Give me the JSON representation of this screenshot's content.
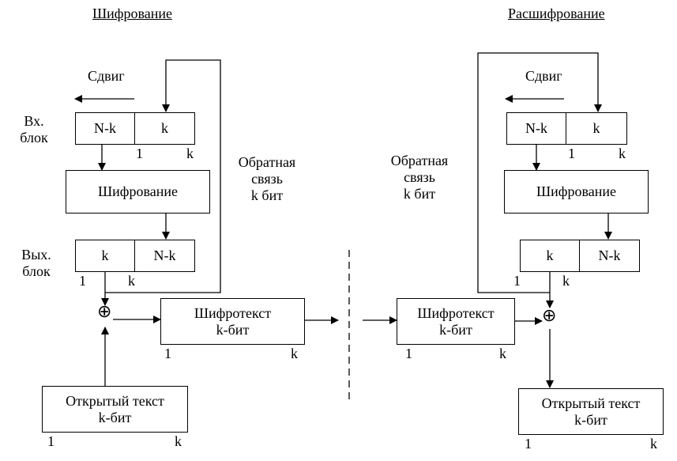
{
  "encrypt": {
    "title": "Шифрование",
    "shift_label": "Сдвиг",
    "in_block_label": "Вх.\nблок",
    "in_block": {
      "left": "N-k",
      "right": "k",
      "idx1": "1",
      "idxk": "k"
    },
    "cipher_box": "Шифрование",
    "out_block_label": "Вых.\nблок",
    "out_block": {
      "left": "k",
      "right": "N-k",
      "idx1": "1",
      "idxk": "k"
    },
    "feedback_label": "Обратная\nсвязь\nk бит",
    "ciphertext": {
      "text": "Шифротекст\nk-бит",
      "idx1": "1",
      "idxk": "k"
    },
    "plaintext": {
      "text": "Открытый текст\nk-бит",
      "idx1": "1",
      "idxk": "k"
    },
    "xor_symbol": "⊕"
  },
  "decrypt": {
    "title": "Расшифрование",
    "shift_label": "Сдвиг",
    "in_block": {
      "left": "N-k",
      "right": "k",
      "idx1": "1",
      "idxk": "k"
    },
    "cipher_box": "Шифрование",
    "out_block": {
      "left": "k",
      "right": "N-k",
      "idx1": "1",
      "idxk": "k"
    },
    "feedback_label": "Обратная\nсвязь\nk бит",
    "ciphertext": {
      "text": "Шифротекст\nk-бит",
      "idx1": "1",
      "idxk": "k"
    },
    "plaintext": {
      "text": "Открытый текст\nk-бит",
      "idx1": "1",
      "idxk": "k"
    },
    "xor_symbol": "⊕"
  }
}
